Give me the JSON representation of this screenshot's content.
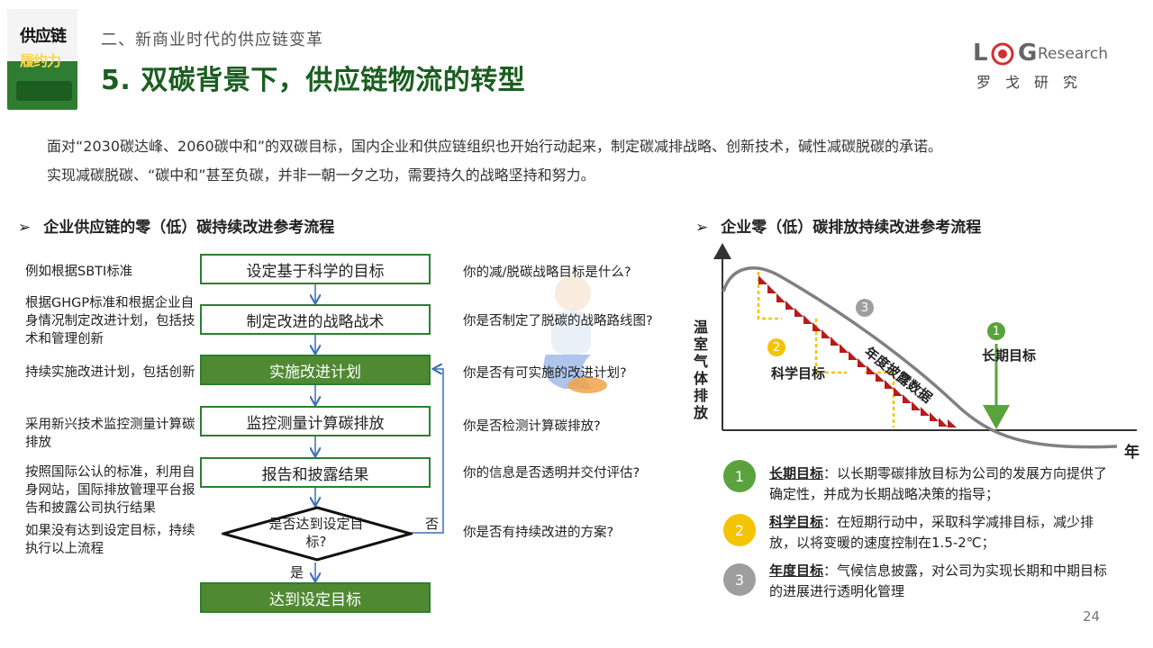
{
  "header": {
    "book_title_1": "供应链",
    "book_title_2": "履约力",
    "section": "二、新商业时代的供应链变革",
    "title": "5. 双碳背景下，供应链物流的转型",
    "logo_big_1": "L",
    "logo_big_2": "G",
    "logo_small": "Research",
    "logo_cn": "罗戈研究"
  },
  "intro": {
    "line1": "面对“2030碳达峰、2060碳中和”的双碳目标，国内企业和供应链组织也开始行动起来，制定碳减排战略、创新技术，碱性减碳脱碳的承诺。",
    "line2": "实现减碳脱碳、“碳中和”甚至负碳，并非一朝一夕之功，需要持久的战略坚持和努力。"
  },
  "left_section": {
    "heading": "企业供应链的零（低）碳持续改进参考流程",
    "notes": [
      "例如根据SBTI标准",
      "根据GHGP标准和根据企业自身情况制定改进计划，包括技术和管理创新",
      "持续实施改进计划，包括创新",
      "采用新兴技术监控测量计算碳排放",
      "按照国际公认的标准，利用自身网站，国际排放管理平台报告和披露公司执行结果",
      "如果没有达到设定目标，持续执行以上流程"
    ],
    "steps": [
      "设定基于科学的目标",
      "制定改进的战略战术",
      "实施改进计划",
      "监控测量计算碳排放",
      "报告和披露结果"
    ],
    "decision": "是否达到设定目标?",
    "no_label": "否",
    "yes_label": "是",
    "final": "达到设定目标",
    "questions": [
      "你的减/脱碳战略目标是什么?",
      "你是否制定了脱碳的战略路线图?",
      "你是否有可实施的改进计划?",
      "你是否检测计算碳排放?",
      "你的信息是否透明并交付评估?",
      "你是否有持续改进的方案?"
    ]
  },
  "right_section": {
    "heading": "企业零（低）碳排放持续改进参考流程",
    "y_axis": "温室气体排放",
    "x_axis": "年",
    "marker_1_num": "1",
    "marker_1_label": "长期目标",
    "marker_2_num": "2",
    "marker_2_label": "科学目标",
    "marker_3_num": "3",
    "marker_3_label": "年度披露数据",
    "legend": [
      {
        "num": "1",
        "color": "#5aa33c",
        "term": "长期目标",
        "text": "：以长期零碳排放目标为公司的发展方向提供了确定性，并成为长期战略决策的指导；"
      },
      {
        "num": "2",
        "color": "#f5c400",
        "term": "科学目标",
        "text": "：在短期行动中，采取科学减排目标，减少排放，以将变暖的速度控制在1.5-2℃；"
      },
      {
        "num": "3",
        "color": "#9e9e9e",
        "term": "年度目标",
        "text": "：气候信息披露，对公司为实现长期和中期目标的进展进行透明化管理"
      }
    ]
  },
  "page_number": "24"
}
